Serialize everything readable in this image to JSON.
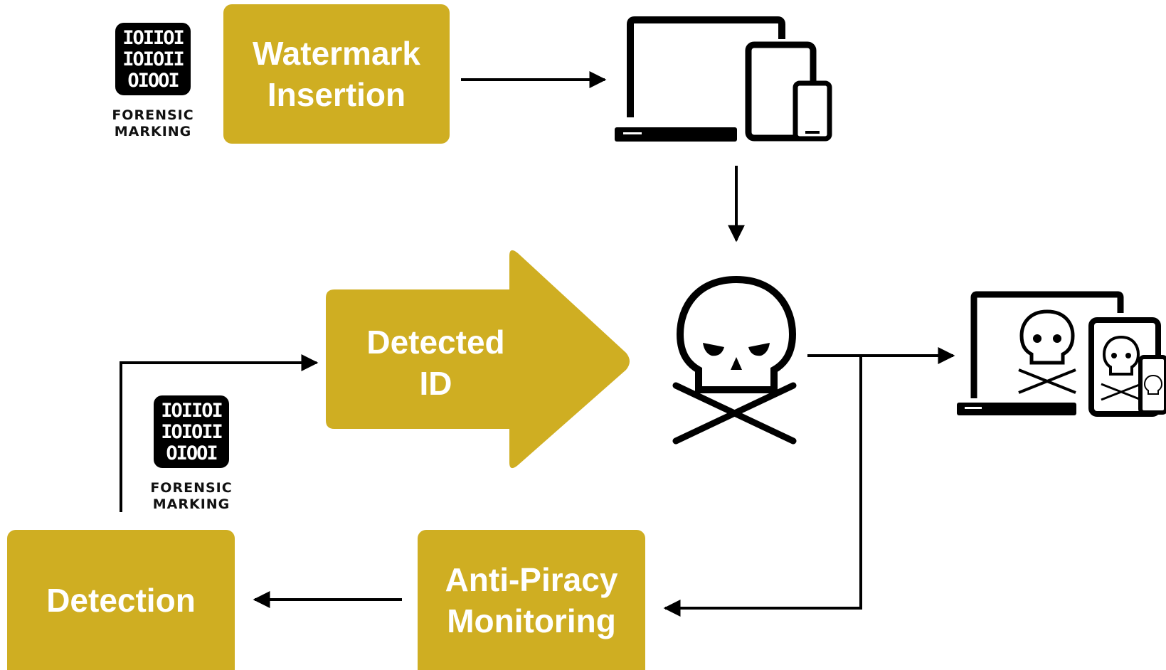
{
  "boxes": {
    "watermark_insertion": {
      "line1": "Watermark",
      "line2": "Insertion"
    },
    "detected_id": {
      "line1": "Detected",
      "line2": "ID"
    },
    "anti_piracy": {
      "line1": "Anti-Piracy",
      "line2": "Monitoring"
    },
    "detection": {
      "label": "Detection"
    }
  },
  "logos": {
    "forensic_marking_top": {
      "bits": [
        "IOIIOI",
        "IOIOII",
        "OIOOI"
      ],
      "line1": "FORENSIC",
      "line2": "MARKING"
    },
    "forensic_marking_mid": {
      "bits": [
        "IOIIOI",
        "IOIOII",
        "OIOOI"
      ],
      "line1": "FORENSIC",
      "line2": "MARKING"
    }
  },
  "icons": {
    "devices": "devices-icon",
    "pirate": "skull-crossbones-icon",
    "pirated_devices": "pirated-devices-icon"
  },
  "colors": {
    "box_fill": "#cfae22",
    "box_text": "#ffffff",
    "line": "#000000"
  }
}
